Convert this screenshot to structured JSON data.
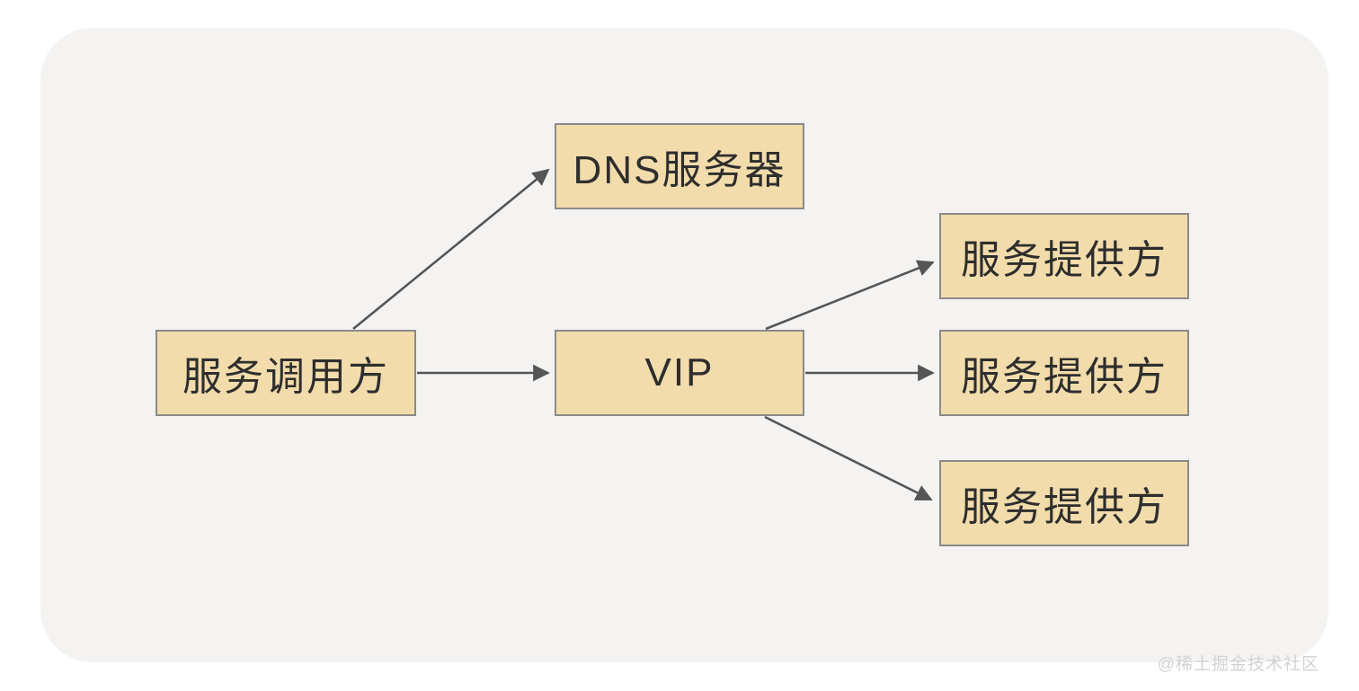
{
  "theme": {
    "page-bg": "#ffffff",
    "panel-bg": "#f4f3f1",
    "node-fill": "#f3dcab",
    "node-border": "#8a8a8a",
    "node-text": "#2e2e2e",
    "edge-color": "#555555",
    "watermark-color": "#d2d2d2"
  },
  "diagram": {
    "title": "",
    "nodes": {
      "caller": {
        "label": "服务调用方"
      },
      "dns": {
        "label": "DNS服务器"
      },
      "vip": {
        "label": "VIP"
      },
      "provider_top": {
        "label": "服务提供方"
      },
      "provider_middle": {
        "label": "服务提供方"
      },
      "provider_bottom": {
        "label": "服务提供方"
      }
    },
    "edges": [
      {
        "from": "caller",
        "to": "dns"
      },
      {
        "from": "caller",
        "to": "vip"
      },
      {
        "from": "vip",
        "to": "provider_top"
      },
      {
        "from": "vip",
        "to": "provider_middle"
      },
      {
        "from": "vip",
        "to": "provider_bottom"
      }
    ]
  },
  "watermark": {
    "text": "@稀土掘金技术社区"
  }
}
